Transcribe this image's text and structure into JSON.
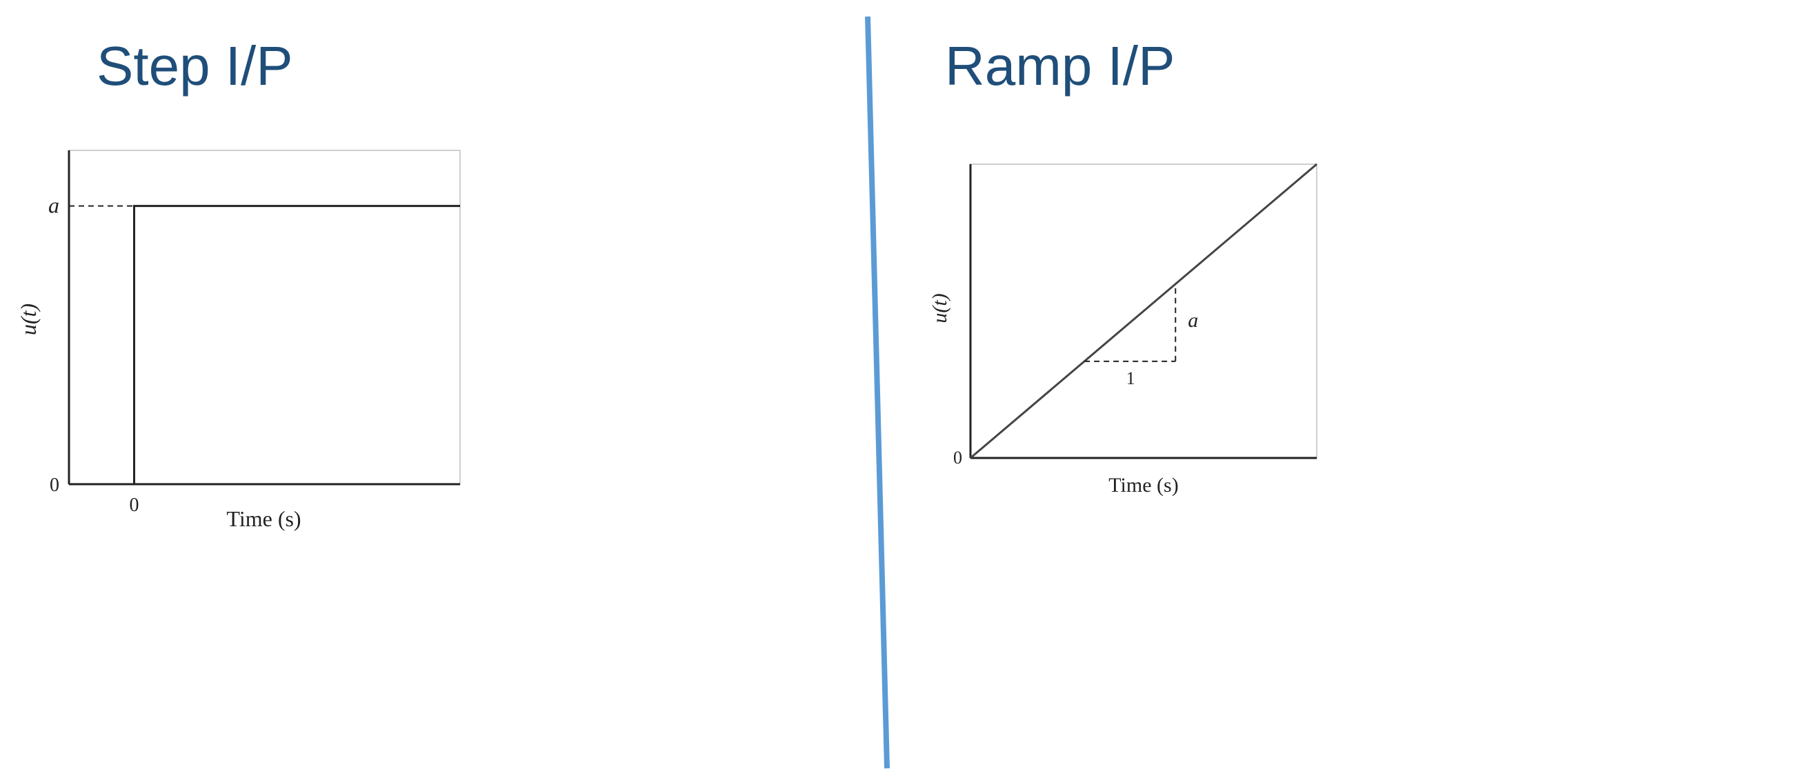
{
  "colors": {
    "title": "#1f4e79",
    "divider": "#5b9bd5",
    "axis": "#222222",
    "frame": "#cfcfcf",
    "curve": "#444444",
    "text": "#222222"
  },
  "left_panel": {
    "title": "Step I/P"
  },
  "right_panel": {
    "title": "Ramp I/P"
  },
  "chart_data": [
    {
      "type": "line",
      "xlabel": "Time (s)",
      "ylabel": "u(t)",
      "x_ticks": [
        "0"
      ],
      "y_ticks": [
        "0",
        "a"
      ],
      "grid": false,
      "xlim": [
        -1,
        5
      ],
      "ylim": [
        0,
        1.2
      ],
      "series": [
        {
          "x": [
            -1,
            0,
            0,
            5
          ],
          "y": [
            0,
            0,
            1,
            1
          ]
        }
      ],
      "annotations": [
        {
          "kind": "dashed-reference",
          "label": "a",
          "y": 1,
          "x_from": -1,
          "x_to": 0
        }
      ]
    },
    {
      "type": "line",
      "xlabel": "Time (s)",
      "ylabel": "u(t)",
      "x_ticks": [],
      "y_ticks": [
        "0"
      ],
      "grid": false,
      "xlim": [
        0,
        3.8
      ],
      "ylim": [
        0,
        3.8
      ],
      "series": [
        {
          "x": [
            0,
            3.8
          ],
          "y": [
            0,
            3.8
          ]
        }
      ],
      "annotations": [
        {
          "kind": "slope-triangle",
          "run_label": "1",
          "rise_label": "a",
          "x_from": 1.25,
          "x_to": 2.25
        }
      ]
    }
  ]
}
